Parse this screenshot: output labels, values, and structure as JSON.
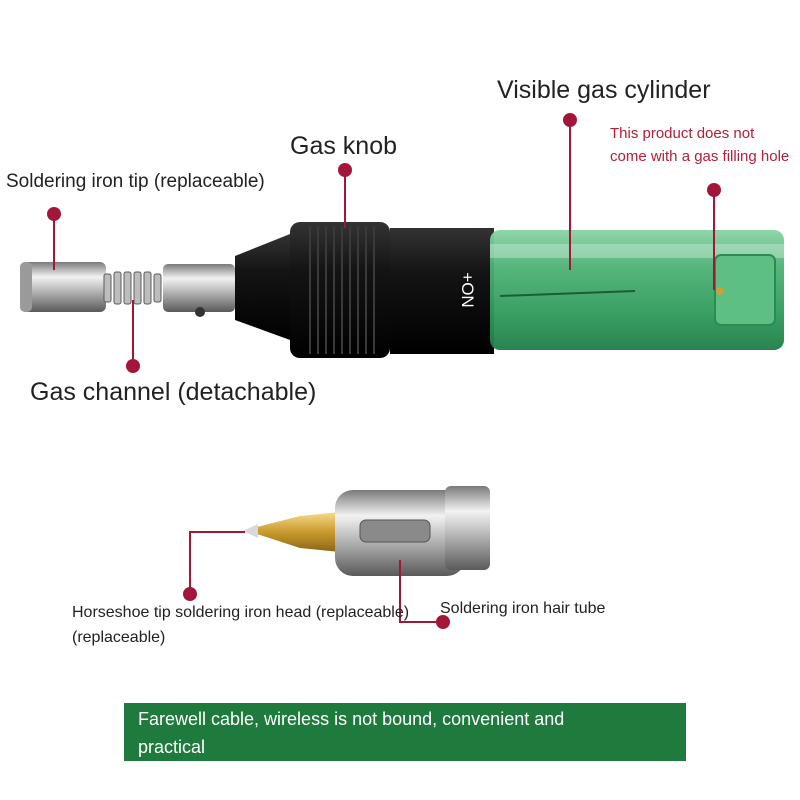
{
  "labels": {
    "tip": "Soldering iron tip (replaceable)",
    "knob": "Gas knob",
    "cylinder": "Visible gas cylinder",
    "note_line1": "This product does not",
    "note_line2": "come with a gas filling hole",
    "channel": "Gas channel (detachable)",
    "horseshoe_line1": "Horseshoe tip soldering iron head (replaceable)",
    "horseshoe_line2": "(replaceable)",
    "hair_tube": "Soldering iron hair tube"
  },
  "body_marking": "+ON",
  "banner": {
    "line1": "Farewell cable, wireless is not bound, convenient and",
    "line2": "practical"
  },
  "colors": {
    "accent": "#a3163a",
    "banner_bg": "#1e7a3d",
    "cylinder": "#3aa565",
    "note_text": "#b0203c"
  }
}
